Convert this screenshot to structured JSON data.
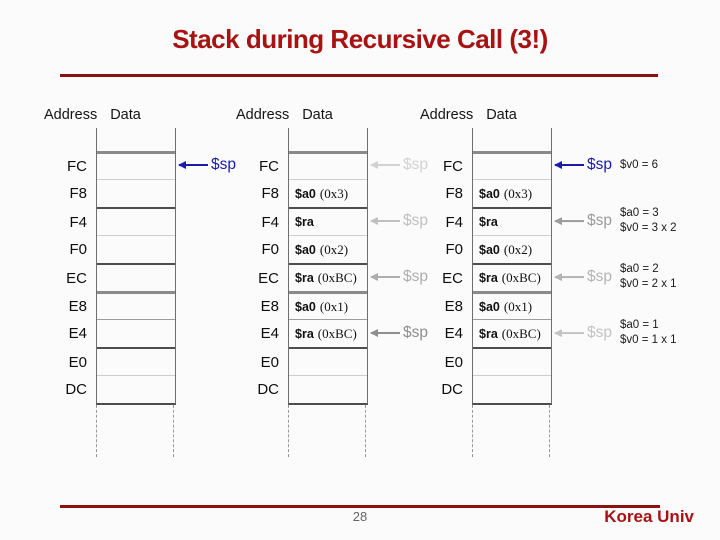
{
  "slide": {
    "title": "Stack during Recursive Call (3!)",
    "page_number": "28",
    "footer_brand": "Korea Univ"
  },
  "colors": {
    "title_red": "#a81212",
    "rule_red": "#8c1212",
    "sp_blue": "#1a1aae"
  },
  "icons": {
    "sp_arrow": "left-arrow"
  },
  "stacks": [
    {
      "name": "stack-before-call",
      "header": {
        "address": "Address",
        "data": "Data"
      },
      "rows": [
        {
          "label": "FC"
        },
        {
          "label": "F8"
        },
        {
          "label": "F4"
        },
        {
          "label": "F0"
        },
        {
          "label": "EC"
        },
        {
          "label": "E8"
        },
        {
          "label": "E4"
        },
        {
          "label": "E0"
        },
        {
          "label": "DC"
        }
      ],
      "sp_markers": [
        {
          "row": "FC",
          "label": "$sp",
          "color": "#1a1aae"
        }
      ]
    },
    {
      "name": "stack-during-recursion",
      "header": {
        "address": "Address",
        "data": "Data"
      },
      "rows": [
        {
          "label": "FC"
        },
        {
          "label": "F8",
          "value": {
            "reg": "$a0",
            "note": "(0x3)"
          }
        },
        {
          "label": "F4",
          "value": {
            "reg": "$ra",
            "note": ""
          }
        },
        {
          "label": "F0",
          "value": {
            "reg": "$a0",
            "note": "(0x2)"
          }
        },
        {
          "label": "EC",
          "value": {
            "reg": "$ra",
            "note": "(0xBC)"
          }
        },
        {
          "label": "E8",
          "value": {
            "reg": "$a0",
            "note": "(0x1)"
          }
        },
        {
          "label": "E4",
          "value": {
            "reg": "$ra",
            "note": "(0xBC)"
          }
        },
        {
          "label": "E0"
        },
        {
          "label": "DC"
        }
      ],
      "sp_markers": [
        {
          "row": "FC",
          "label": "$sp",
          "color": "#d2d2d2"
        },
        {
          "row": "F4",
          "label": "$sp",
          "color": "#c0c0c0"
        },
        {
          "row": "EC",
          "label": "$sp",
          "color": "#aeaeae"
        },
        {
          "row": "E4",
          "label": "$sp",
          "color": "#8e8e8e"
        }
      ]
    },
    {
      "name": "stack-unwinding-returns",
      "header": {
        "address": "Address",
        "data": "Data"
      },
      "rows": [
        {
          "label": "FC"
        },
        {
          "label": "F8",
          "value": {
            "reg": "$a0",
            "note": "(0x3)"
          }
        },
        {
          "label": "F4",
          "value": {
            "reg": "$ra",
            "note": ""
          }
        },
        {
          "label": "F0",
          "value": {
            "reg": "$a0",
            "note": "(0x2)"
          }
        },
        {
          "label": "EC",
          "value": {
            "reg": "$ra",
            "note": "(0xBC)"
          }
        },
        {
          "label": "E8",
          "value": {
            "reg": "$a0",
            "note": "(0x1)"
          }
        },
        {
          "label": "E4",
          "value": {
            "reg": "$ra",
            "note": "(0xBC)"
          }
        },
        {
          "label": "E0"
        },
        {
          "label": "DC"
        }
      ],
      "sp_markers": [
        {
          "row": "FC",
          "label": "$sp",
          "color": "#1a1aae",
          "notes": [
            "$v0 = 6"
          ]
        },
        {
          "row": "F4",
          "label": "$sp",
          "color": "#9c9c9c",
          "notes": [
            "$a0 = 3",
            "$v0 = 3 x 2"
          ]
        },
        {
          "row": "EC",
          "label": "$sp",
          "color": "#b4b4b4",
          "notes": [
            "$a0 = 2",
            "$v0 = 2 x 1"
          ]
        },
        {
          "row": "E4",
          "label": "$sp",
          "color": "#c4c4c4",
          "notes": [
            "$a0 = 1",
            "$v0 = 1 x 1"
          ]
        }
      ]
    }
  ]
}
